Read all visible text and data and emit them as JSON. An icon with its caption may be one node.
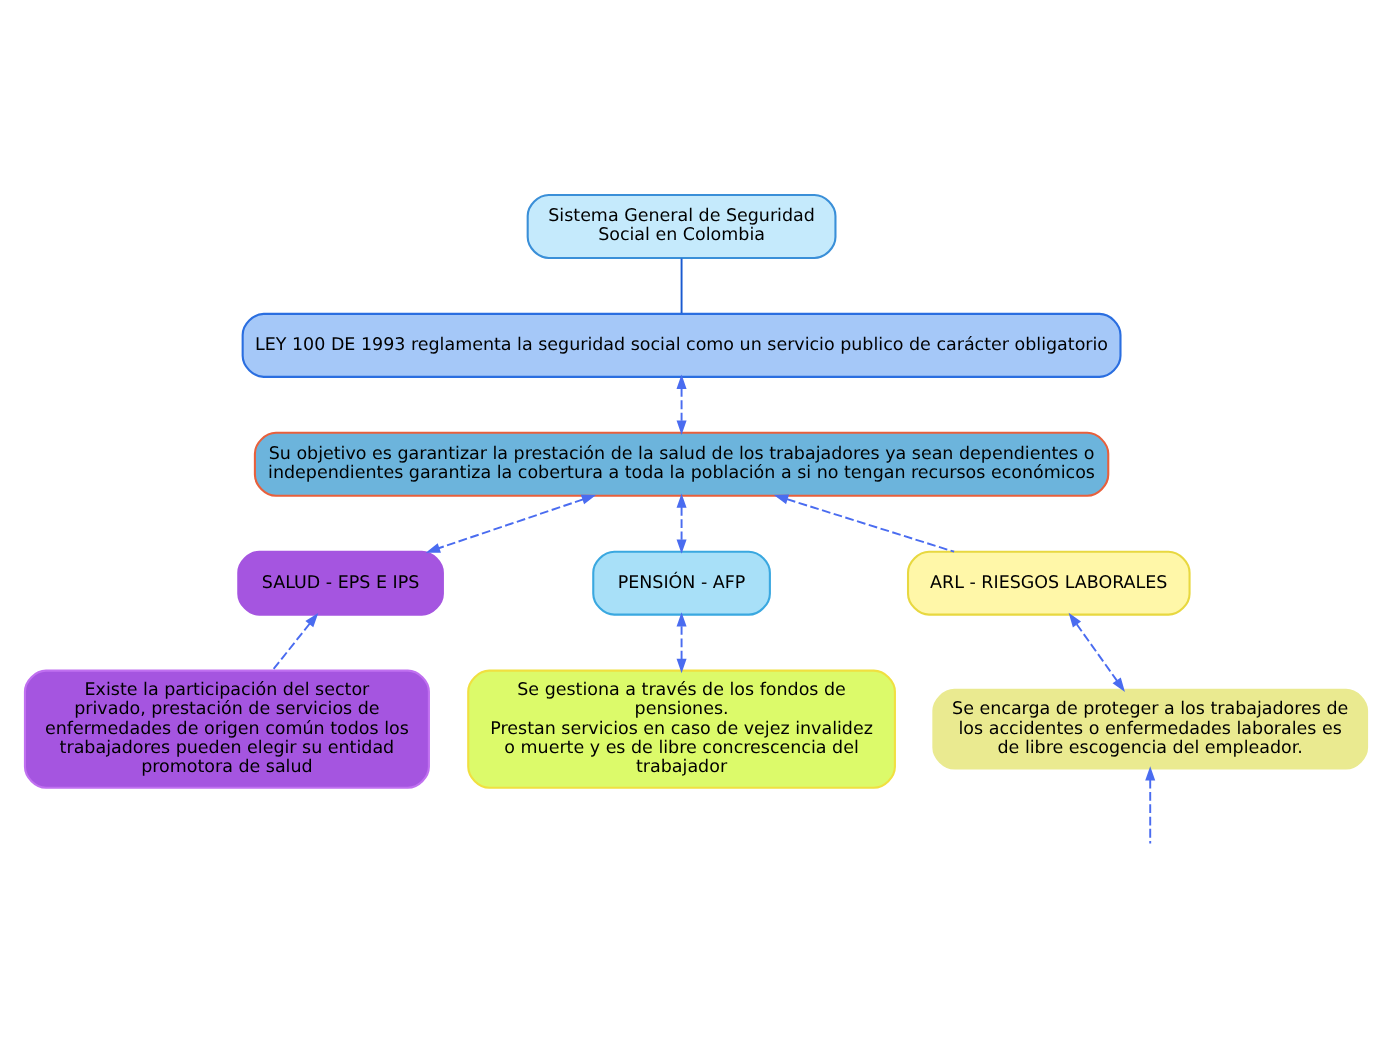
{
  "diagram": {
    "nodes": [
      {
        "text": [
          "Sistema General de Seguridad Social en Colombia"
        ]
      },
      {
        "text": [
          "LEY 100 DE 1993 reglamenta la seguridad social como un servicio publico de carácter obligatorio"
        ]
      },
      {
        "text": [
          "Su objetivo es garantizar la prestación de la salud de los trabajadores ya sean dependientes o independientes garantiza la cobertura a toda la población a si no tengan recursos económicos"
        ]
      },
      {
        "text": [
          "SALUD - EPS E IPS"
        ]
      },
      {
        "text": [
          "PENSIÓN - AFP"
        ]
      },
      {
        "text": [
          "ARL - RIESGOS LABORALES"
        ]
      },
      {
        "text": [
          "Existe la participación del sector privado, prestación de servicios de enfermedades de origen común todos los trabajadores pueden elegir su entidad promotora de salud"
        ]
      },
      {
        "text": [
          "Se gestiona a través de los fondos de pensiones.",
          "Prestan servicios en caso de vejez invalidez o muerte y es de libre concrescencia del trabajador"
        ]
      },
      {
        "text": [
          "Se encarga de proteger a los trabajadores de los accidentes o enfermedades laborales es de libre escogencia del empleador."
        ]
      }
    ],
    "edges": [
      {
        "from": 0,
        "to": 1,
        "arrow": "none",
        "color": "#1a5ad0"
      },
      {
        "from": 1,
        "to": 2,
        "arrow": "both",
        "style": "dashed"
      },
      {
        "from": 2,
        "to": 3,
        "arrow": "both",
        "style": "dashed"
      },
      {
        "from": 2,
        "to": 4,
        "arrow": "both",
        "style": "dashed"
      },
      {
        "from": 5,
        "to": 2,
        "arrow": "to",
        "style": "dashed"
      },
      {
        "from": 6,
        "to": 3,
        "arrow": "to",
        "style": "dashed"
      },
      {
        "from": 4,
        "to": 7,
        "arrow": "both",
        "style": "dashed"
      },
      {
        "from": 5,
        "to": 8,
        "arrow": "both",
        "style": "dashed"
      },
      {
        "from": null,
        "to": 8,
        "arrow": "to",
        "style": "dashed"
      }
    ]
  }
}
